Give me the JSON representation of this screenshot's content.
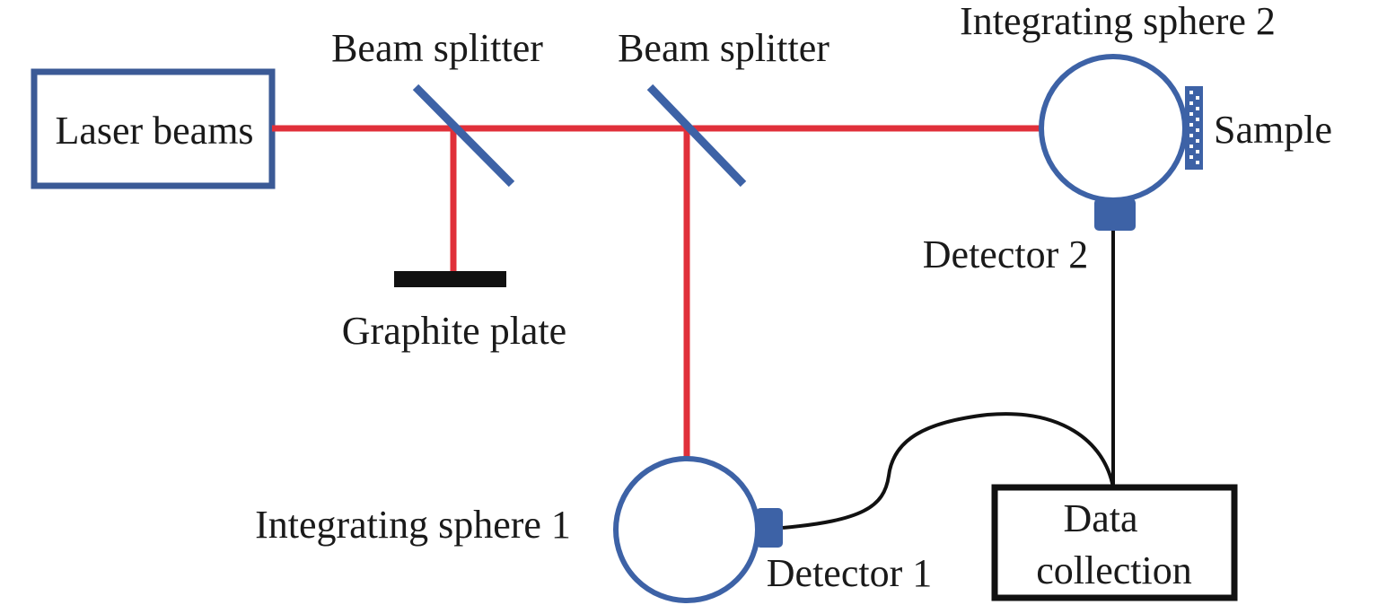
{
  "labels": {
    "laser": "Laser beams",
    "splitter1": "Beam splitter",
    "splitter2": "Beam splitter",
    "graphite": "Graphite plate",
    "sphere2": "Integrating sphere 2",
    "sample": "Sample",
    "detector2": "Detector 2",
    "sphere1": "Integrating sphere 1",
    "detector1": "Detector 1",
    "data_line1": "Data",
    "data_line2": "collection"
  },
  "colors": {
    "beam": "#e0303a",
    "optics": "#3d62a6",
    "box_laser": "#3b5a96",
    "wire": "#111111"
  }
}
